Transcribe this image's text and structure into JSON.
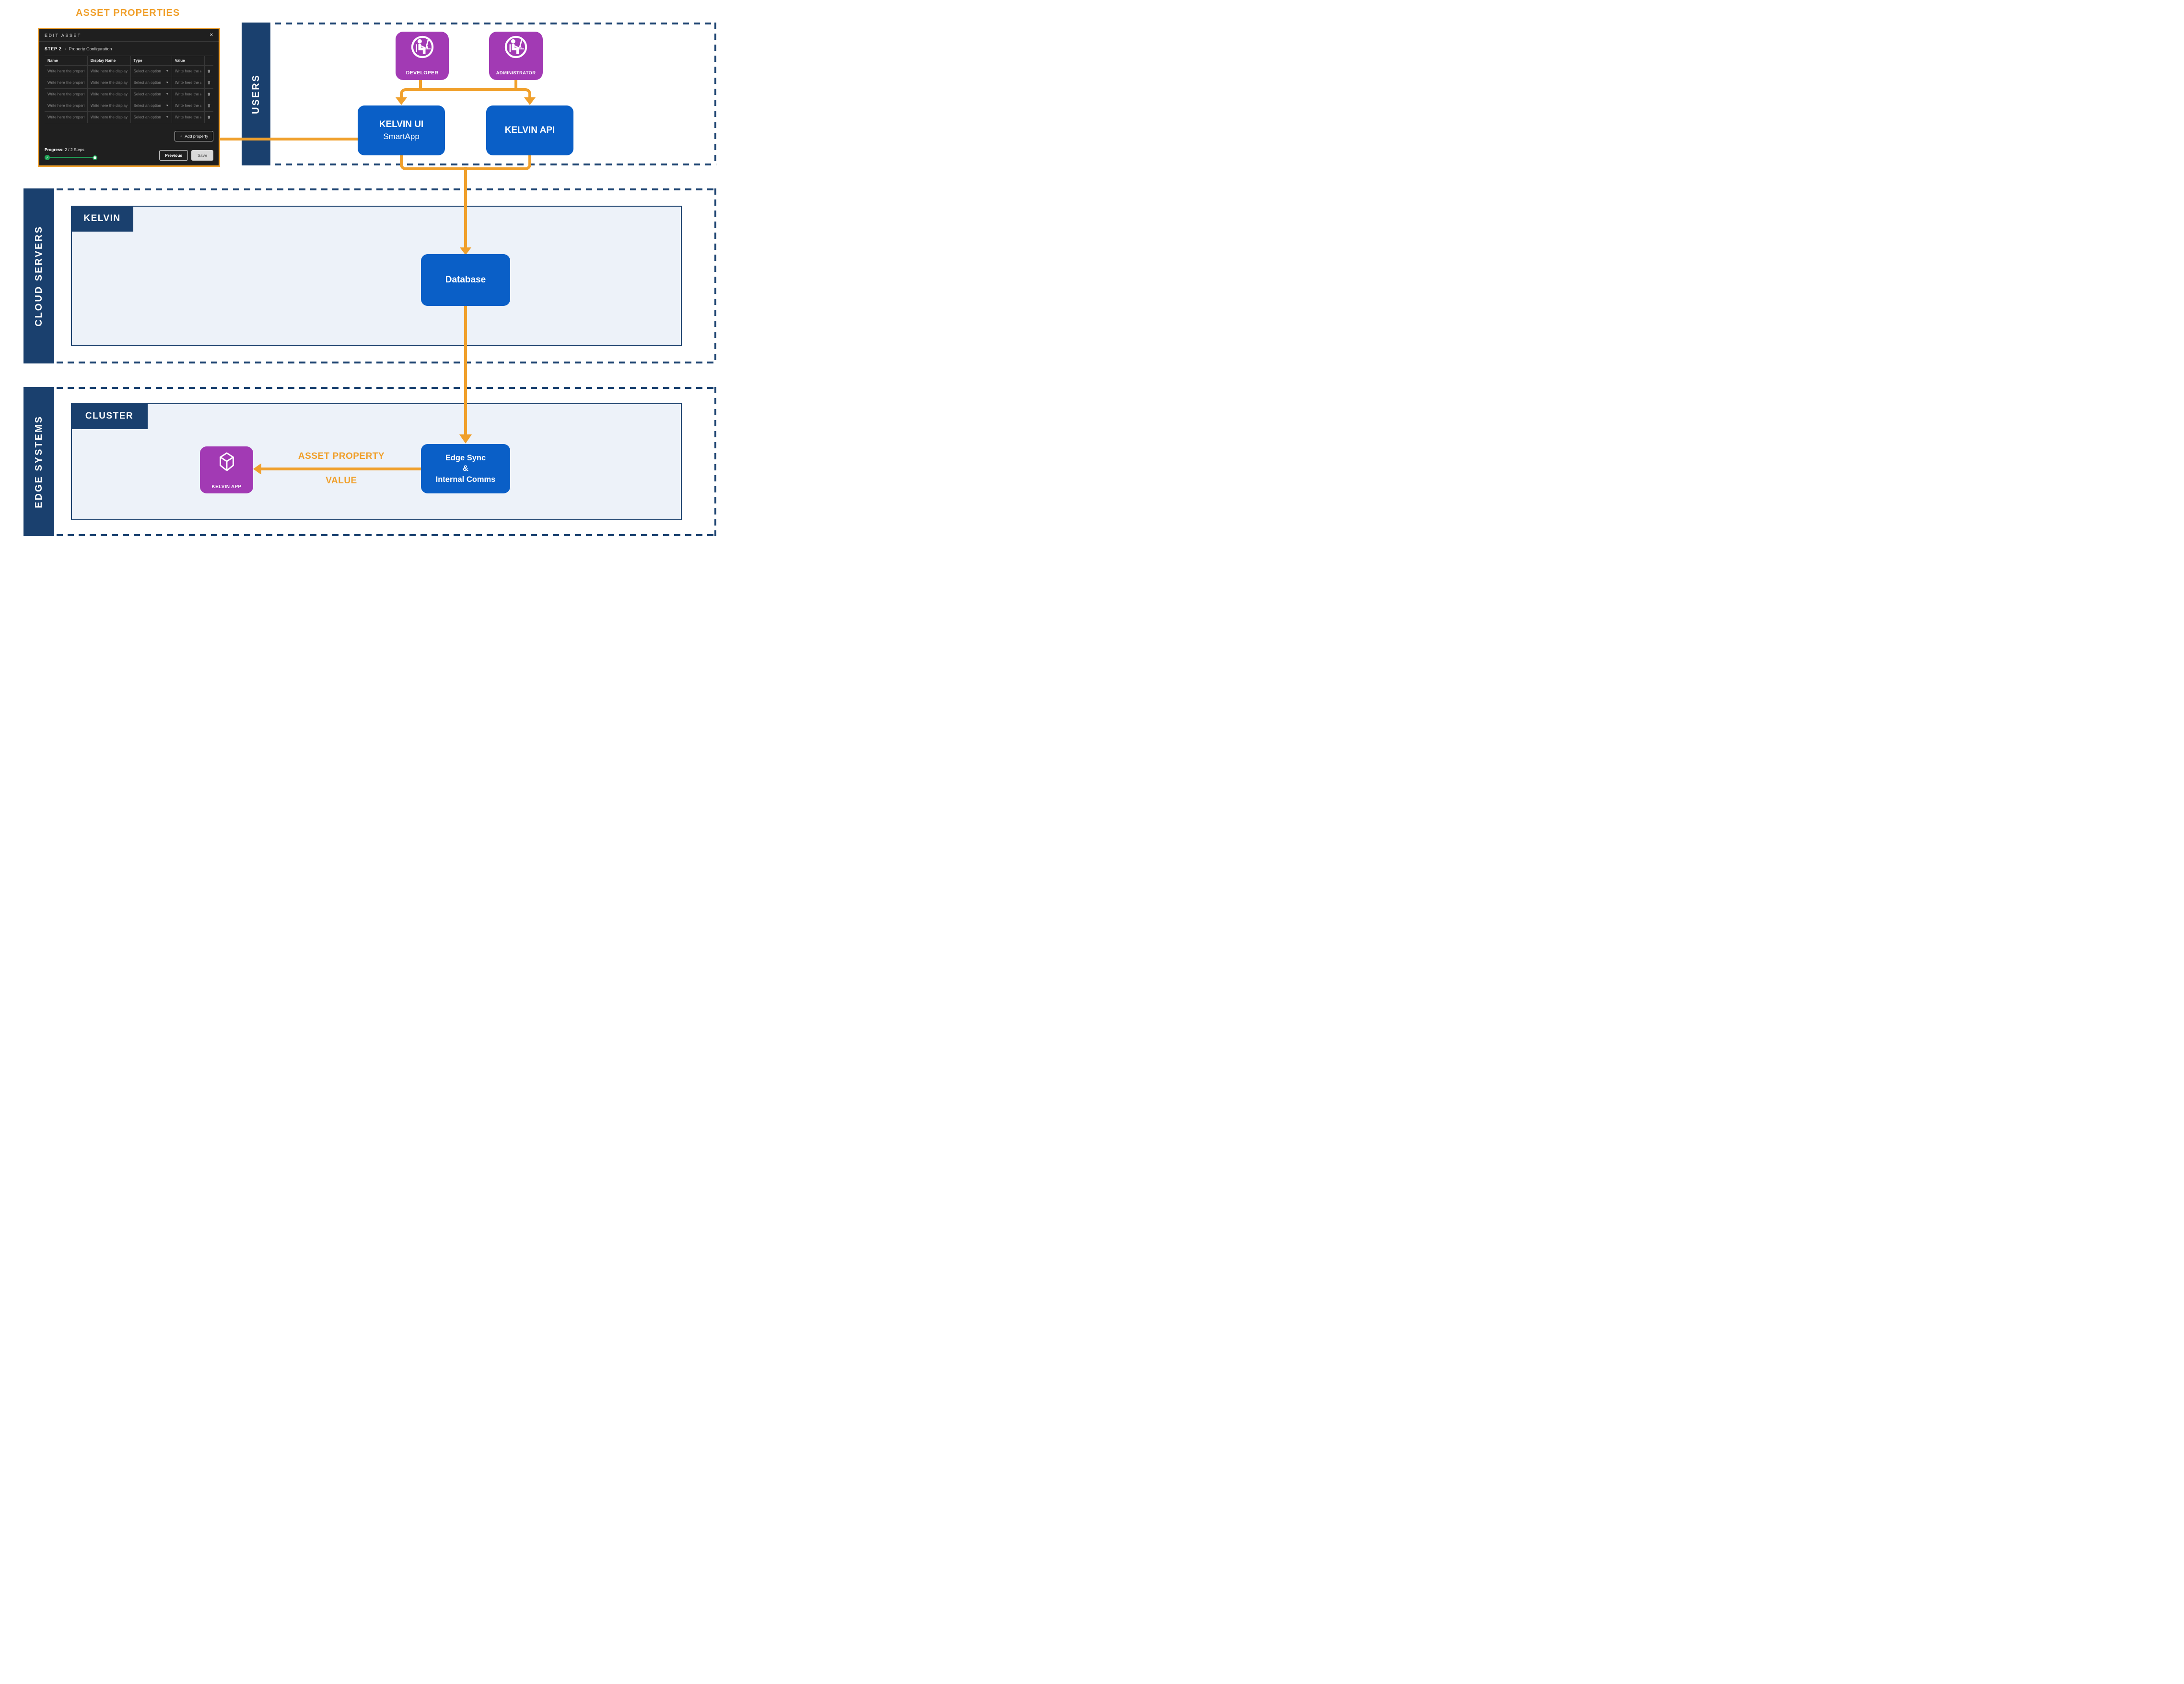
{
  "page_title": "ASSET PROPERTIES",
  "colors": {
    "orange": "#F0A02C",
    "navy": "#1A406E",
    "blue": "#0A5FC7",
    "purple": "#A23AB4",
    "panel_fill": "#EDF2F9",
    "panel_border": "#1F4470",
    "modal_bg": "#1F1F1F",
    "progress_green": "#1FA357"
  },
  "icons": {
    "close": "✕",
    "chevron_down": "▼",
    "check": "✓",
    "plus": "+",
    "bullet": "•"
  },
  "modal": {
    "title": "EDIT ASSET",
    "step": {
      "label": "STEP 2",
      "name": "Property Configuration"
    },
    "table": {
      "columns": {
        "name": "Name",
        "display_name": "Display Name",
        "type": "Type",
        "value": "Value"
      },
      "rows_count": 5,
      "placeholders": {
        "name": "Write here the property name",
        "display_name": "Write here the display name",
        "type": "Select an option",
        "value": "Write here the value"
      }
    },
    "add_property_label": "Add property",
    "footer": {
      "progress_label": "Progress:",
      "progress_value": "2 / 2 Steps",
      "previous_label": "Previous",
      "save_label": "Save"
    }
  },
  "regions": {
    "users": "USERS",
    "cloud_servers": "CLOUD SERVERS",
    "edge_systems": "EDGE SYSTEMS"
  },
  "panels": {
    "kelvin": "KELVIN",
    "cluster": "CLUSTER"
  },
  "nodes": {
    "developer": "DEVELOPER",
    "administrator": "ADMINISTRATOR",
    "kelvin_ui": {
      "line1": "KELVIN UI",
      "line2": "SmartApp"
    },
    "kelvin_api": "KELVIN API",
    "database": "Database",
    "edge_sync": {
      "line1": "Edge Sync",
      "line2": "&",
      "line3": "Internal Comms"
    },
    "kelvin_app": "KELVIN APP"
  },
  "flow_labels": {
    "asset_property_line1": "ASSET PROPERTY",
    "asset_property_line2": "VALUE"
  }
}
